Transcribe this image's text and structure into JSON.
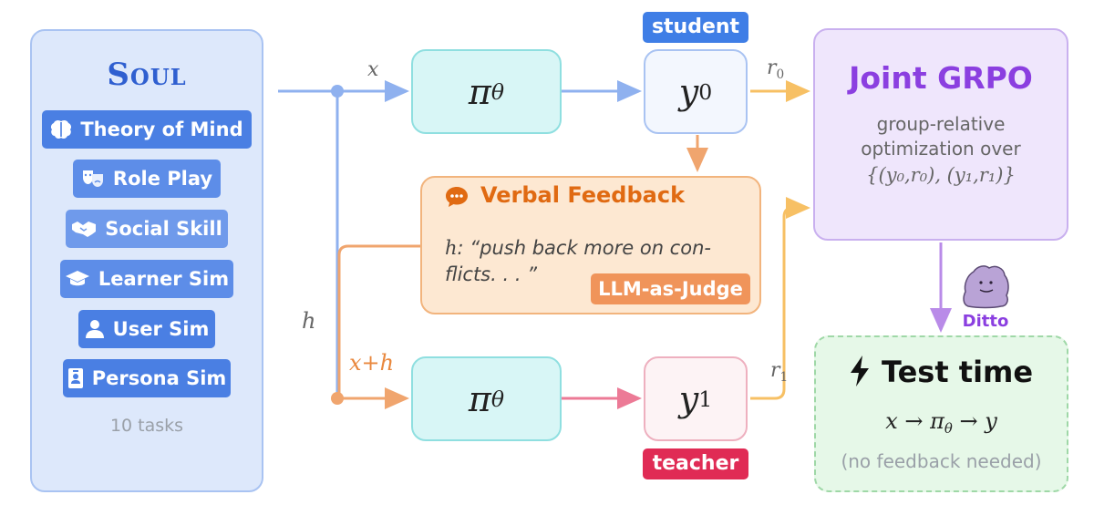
{
  "soul": {
    "title": "Soul",
    "tasks": [
      {
        "label": "Theory of Mind",
        "icon": "brain-icon",
        "color": "#4a7fe3"
      },
      {
        "label": "Role Play",
        "icon": "theater-masks-icon",
        "color": "#5d8de8"
      },
      {
        "label": "Social Skill",
        "icon": "handshake-icon",
        "color": "#6f9aeb"
      },
      {
        "label": "Learner Sim",
        "icon": "graduation-cap-icon",
        "color": "#5d8de8"
      },
      {
        "label": "User Sim",
        "icon": "user-icon",
        "color": "#4a7fe3"
      },
      {
        "label": "Persona Sim",
        "icon": "id-badge-icon",
        "color": "#4a7fe3"
      }
    ],
    "count": "10 tasks"
  },
  "flow": {
    "x_label": "x",
    "h_label": "h",
    "xh_label": "x+h",
    "policy": "π",
    "policy_sub": "θ",
    "y0": "y",
    "y0_sub": "0",
    "y1": "y",
    "y1_sub": "1",
    "r0": "r",
    "r0_sub": "0",
    "r1": "r",
    "r1_sub": "1"
  },
  "badges": {
    "student": "student",
    "teacher": "teacher",
    "judge": "LLM-as-Judge",
    "ditto": "Ditto"
  },
  "feedback": {
    "title": "Verbal Feedback",
    "h_var": "h",
    "quote_line1": ": “push back more on con-",
    "quote_line2": "flicts. . . ”"
  },
  "grpo": {
    "title": "Joint GRPO",
    "desc_line1": "group-relative",
    "desc_line2": "optimization over",
    "set": "{(y₀,r₀), (y₁,r₁)}"
  },
  "test": {
    "title": "Test time",
    "formula": "x → π",
    "formula_sub": "θ",
    "formula_tail": " → y",
    "note": "(no feedback needed)"
  },
  "colors": {
    "blue": "#8fb1ef",
    "orange": "#f0a56e",
    "gold": "#f7c064",
    "pink": "#ec7a96",
    "purple": "#b98be8",
    "grpo_title": "#8b3fe0",
    "feedback_title": "#e06a12",
    "student_badge": "#3f7ee6",
    "teacher_badge": "#e02b55",
    "judge_badge": "#f0945a"
  }
}
